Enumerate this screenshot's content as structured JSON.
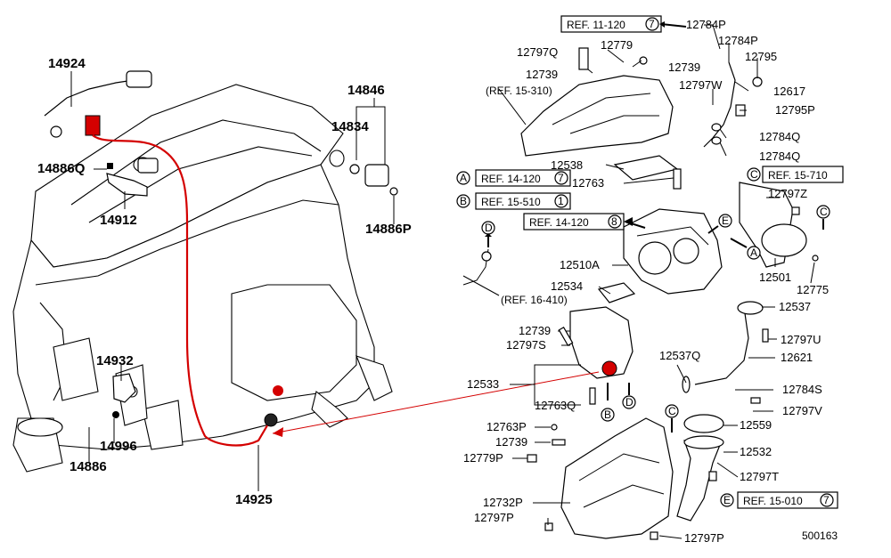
{
  "diagram_id": "500163",
  "callouts_left": {
    "c14924": "14924",
    "c14886q": "14886Q",
    "c14912": "14912",
    "c14932": "14932",
    "c14996": "14996",
    "c14886": "14886",
    "c14925": "14925",
    "c14846": "14846",
    "c14834": "14834",
    "c14886p": "14886P"
  },
  "callouts_right": {
    "c12784p_a": "12784P",
    "c12784p_b": "12784P",
    "c12797q": "12797Q",
    "c12779": "12779",
    "c12795": "12795",
    "c12739_a": "12739",
    "c12739_b": "12739",
    "c12797w": "12797W",
    "c12617": "12617",
    "c12795p": "12795P",
    "c12784q_a": "12784Q",
    "c12784q_b": "12784Q",
    "c12538": "12538",
    "c12763": "12763",
    "c12797z": "12797Z",
    "c12510a": "12510A",
    "c12534": "12534",
    "c12501": "12501",
    "c12775": "12775",
    "c12537": "12537",
    "c12739_c": "12739",
    "c12797s": "12797S",
    "c12797u": "12797U",
    "c12537q": "12537Q",
    "c12621": "12621",
    "c12533": "12533",
    "c12763q": "12763Q",
    "c12784s": "12784S",
    "c12797v": "12797V",
    "c12763p": "12763P",
    "c12739_d": "12739",
    "c12779p": "12779P",
    "c12559": "12559",
    "c12532": "12532",
    "c12797t": "12797T",
    "c12732p": "12732P",
    "c12797p_a": "12797P",
    "c12797p_b": "12797P"
  },
  "references": {
    "ref_11_120": "REF. 11-120",
    "ref_11_120_n": "7",
    "ref_15_310": "(REF. 15-310)",
    "ref_14_120a": "REF. 14-120",
    "ref_14_120a_n": "7",
    "ref_15_510": "REF. 15-510",
    "ref_15_510_n": "1",
    "ref_14_120b": "REF. 14-120",
    "ref_14_120b_n": "8",
    "ref_16_410": "(REF. 16-410)",
    "ref_15_710": "REF. 15-710",
    "ref_15_010": "REF. 15-010",
    "ref_15_010_n": "7"
  },
  "markers": {
    "A": "A",
    "B": "B",
    "C": "C",
    "D": "D",
    "E": "E"
  },
  "colors": {
    "line": "#000000",
    "highlight": "#d40000",
    "background": "#ffffff"
  }
}
